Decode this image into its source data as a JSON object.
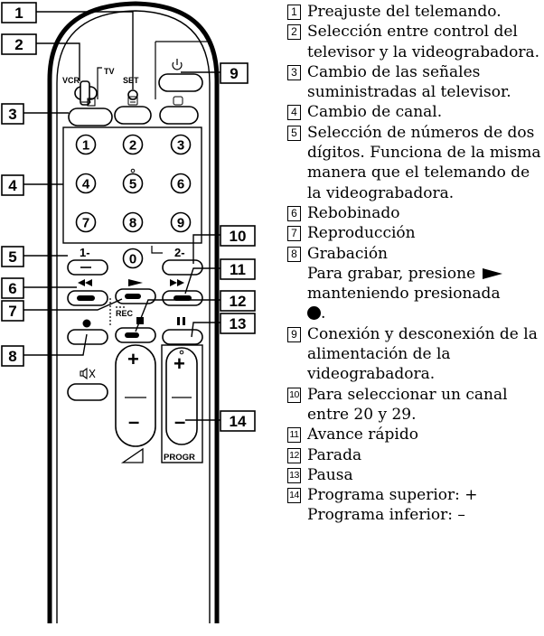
{
  "callouts": [
    {
      "n": "1",
      "text": "Preajuste del telemando."
    },
    {
      "n": "2",
      "text": "Selección entre control del televisor y la videograbadora."
    },
    {
      "n": "3",
      "text": "Cambio de las señales suministradas al televisor."
    },
    {
      "n": "4",
      "text": "Cambio de canal."
    },
    {
      "n": "5",
      "text": "Selección de números de dos dígitos. Funciona de la misma manera que el telemando de la videograbadora."
    },
    {
      "n": "6",
      "text": "Rebobinado"
    },
    {
      "n": "7",
      "text": "Reproducción"
    },
    {
      "n": "8",
      "text": "Grabación",
      "sub_a": "Para grabar, presione",
      "sub_b": "manteniendo presionada",
      "sub_c": "."
    },
    {
      "n": "9",
      "text": "Conexión y desconexión de la alimentación de la videograbadora."
    },
    {
      "n": "10",
      "text": "Para seleccionar un canal entre 20 y 29."
    },
    {
      "n": "11",
      "text": "Avance rápido"
    },
    {
      "n": "12",
      "text": "Parada"
    },
    {
      "n": "13",
      "text": "Pausa"
    },
    {
      "n": "14",
      "text": "Programa superior: +",
      "text2": "Programa inferior: –"
    }
  ],
  "remote": {
    "label_vcr": "VCR",
    "label_tv": "TV",
    "label_set": "SET",
    "label_rec": "REC",
    "label_progr": "PROGR",
    "btn_1_dash": "1-",
    "btn_2_dash": "2-",
    "plus": "+",
    "minus": "–",
    "digits": [
      "1",
      "2",
      "3",
      "4",
      "5",
      "6",
      "7",
      "8",
      "9",
      "0"
    ]
  }
}
